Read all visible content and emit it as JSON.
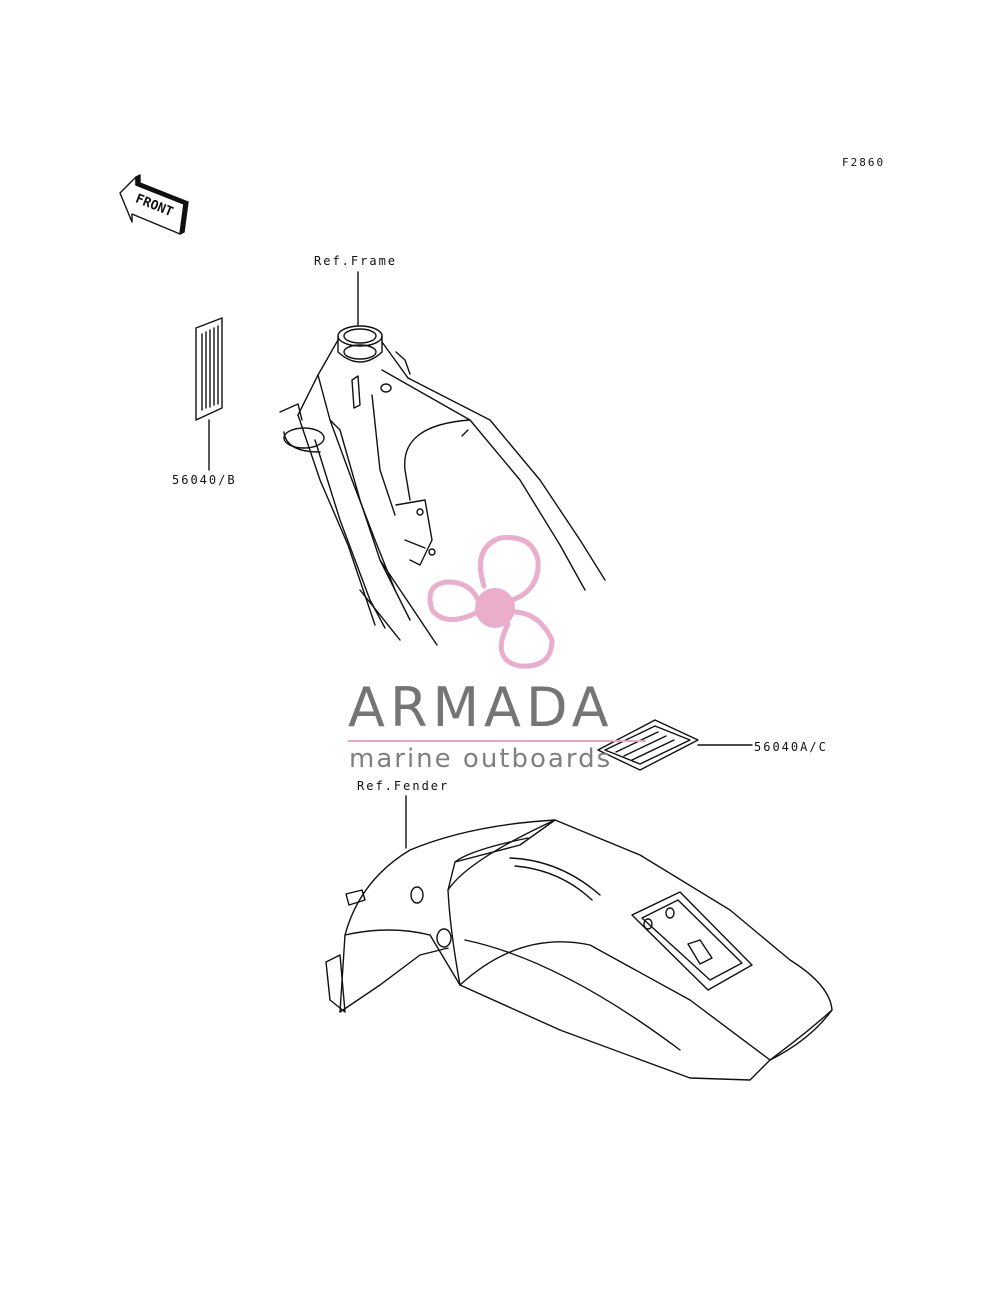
{
  "figure_code": "F2860",
  "front_arrow_label": "FRONT",
  "labels": {
    "ref_frame": "Ref.Frame",
    "ref_fender": "Ref.Fender",
    "part_b": "56040/B",
    "part_ac": "56040A/C"
  },
  "watermark": {
    "title": "ARMADA",
    "subtitle": "marine outboards",
    "logo_color": "#e9a9c9",
    "text_color": "#6e6e6e"
  }
}
